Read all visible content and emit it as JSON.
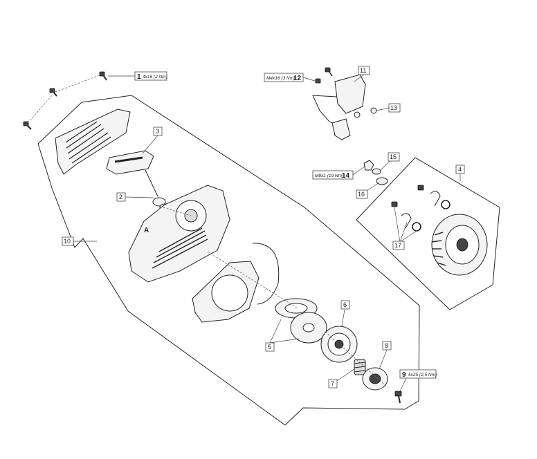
{
  "callouts": {
    "c1": {
      "num": "1",
      "spec": "4x16 (2 Nm)"
    },
    "c2": {
      "num": "2"
    },
    "c3": {
      "num": "3"
    },
    "c4": {
      "num": "4"
    },
    "c5": {
      "num": "5"
    },
    "c6": {
      "num": "6"
    },
    "c7": {
      "num": "7"
    },
    "c8": {
      "num": "8"
    },
    "c9": {
      "num": "9",
      "spec": "5x25 (2,5 Nm)"
    },
    "c10": {
      "num": "10"
    },
    "c11": {
      "num": "11"
    },
    "c12": {
      "num": "12",
      "spec": "M4x16 (3 Nm)"
    },
    "c13": {
      "num": "13"
    },
    "c14": {
      "num": "14",
      "spec": "M8x1 (19 Nm)"
    },
    "c15": {
      "num": "15"
    },
    "c16": {
      "num": "16"
    },
    "c17": {
      "num": "17"
    }
  },
  "colors": {
    "line": "#222222",
    "fill": "#f4f4f4",
    "dark": "#444444"
  }
}
